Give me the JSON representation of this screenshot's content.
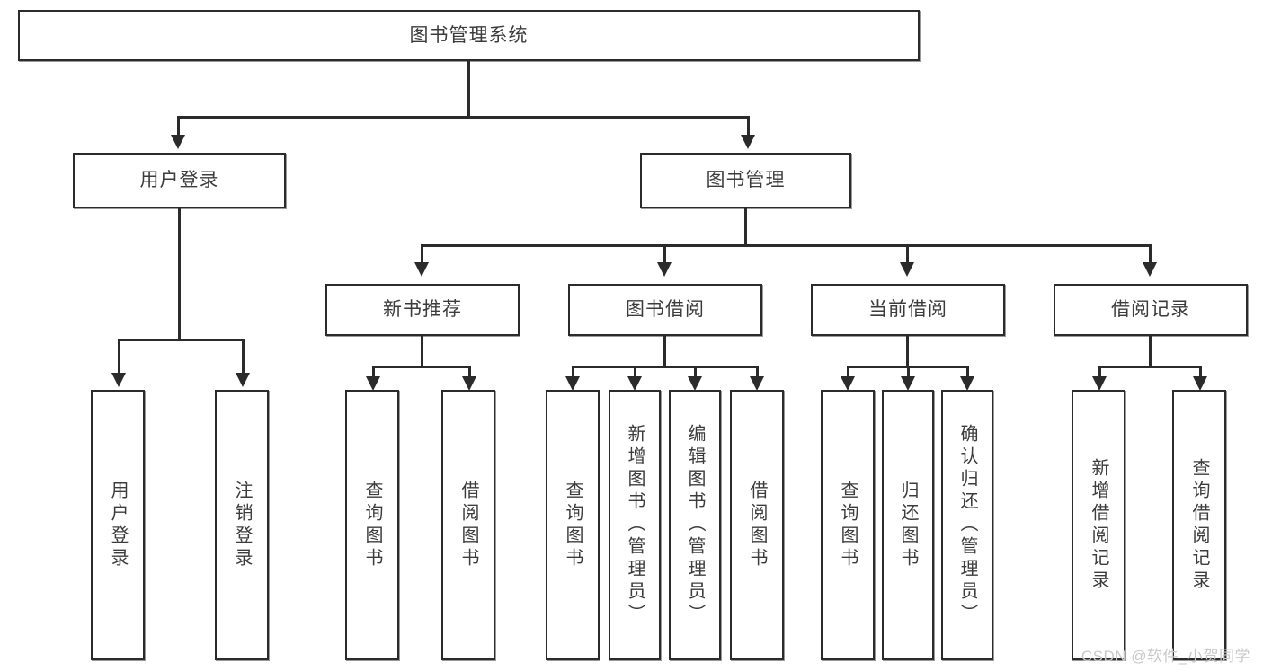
{
  "diagram": {
    "type": "tree-hierarchy",
    "title": "图书管理系统",
    "root": {
      "label": "图书管理系统"
    },
    "level2": [
      {
        "label": "用户登录"
      },
      {
        "label": "图书管理"
      }
    ],
    "level3": [
      {
        "label": "新书推荐"
      },
      {
        "label": "图书借阅"
      },
      {
        "label": "当前借阅"
      },
      {
        "label": "借阅记录"
      }
    ],
    "leaves": {
      "user_login": [
        {
          "label": "用户登录"
        },
        {
          "label": "注销登录"
        }
      ],
      "new_book_recommend": [
        {
          "label": "查询图书"
        },
        {
          "label": "借阅图书"
        }
      ],
      "book_borrow": [
        {
          "label": "查询图书"
        },
        {
          "label": "新增图书（管理员）"
        },
        {
          "label": "编辑图书（管理员）"
        },
        {
          "label": "借阅图书"
        }
      ],
      "current_borrow": [
        {
          "label": "查询图书"
        },
        {
          "label": "归还图书"
        },
        {
          "label": "确认归还（管理员）"
        }
      ],
      "borrow_record": [
        {
          "label": "新增借阅记录"
        },
        {
          "label": "查询借阅记录"
        }
      ]
    }
  },
  "watermark": {
    "text": "CSDN @软件_小贺同学"
  },
  "colors": {
    "line": "#2b2b2b",
    "box_fill": "#ffffff",
    "text": "#3c3c3c",
    "watermark": "#c9c9c9"
  }
}
